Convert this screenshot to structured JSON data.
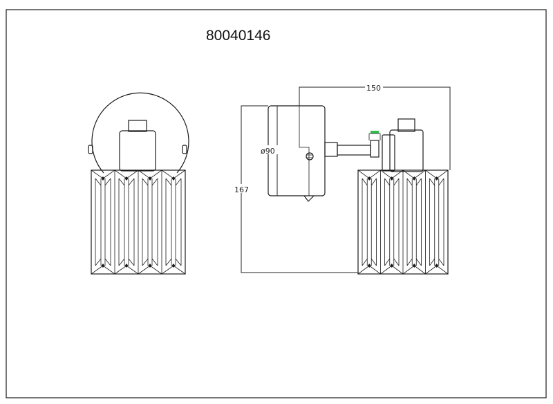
{
  "drawing": {
    "model_number": "80040146",
    "dimensions": {
      "width": "150",
      "height": "167",
      "diameter": "ø90"
    },
    "accent_color": "#2fbf4a"
  }
}
